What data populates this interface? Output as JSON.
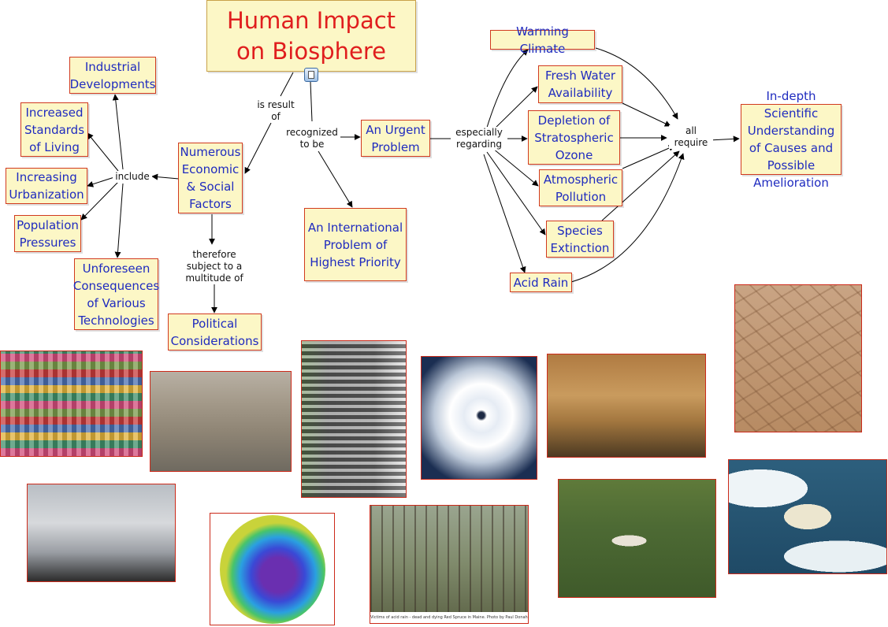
{
  "title": "Human Impact on Biosphere",
  "concepts": {
    "numerous_factors": "Numerous Economic & Social Factors",
    "industrial": "Industrial Developments",
    "standards": "Increased Standards of Living",
    "urbanization": "Increasing Urbanization",
    "population": "Population Pressures",
    "unforeseen": "Unforeseen Consequences of Various Technologies",
    "political": "Political Considerations",
    "urgent": "An Urgent Problem",
    "international": "An International Problem of Highest Priority",
    "warming": "Warming Climate",
    "fresh_water": "Fresh Water Availability",
    "ozone": "Depletion of Stratospheric Ozone",
    "pollution": "Atmospheric Pollution",
    "species": "Species Extinction",
    "acid_rain": "Acid Rain",
    "understanding": "In-depth Scientific Understanding of Causes and Possible Amelioration"
  },
  "linking_phrases": {
    "is_result_of": "is result of",
    "recognized_to_be": "recognized to be",
    "include": "include",
    "therefore_subject": "therefore subject to a multitude of",
    "especially_regarding": "especially regarding",
    "all_require": "all require"
  },
  "photos": {
    "acid_rain_caption": "Victims of acid rain - dead and dying Red Spruce in Maine. Photo by Paul Donahue"
  },
  "colors": {
    "concept_fill": "#fcf7c6",
    "concept_border": "#d13a1f",
    "concept_text": "#1f2bbf",
    "title_text": "#e01e1e",
    "link_line": "#000000"
  }
}
